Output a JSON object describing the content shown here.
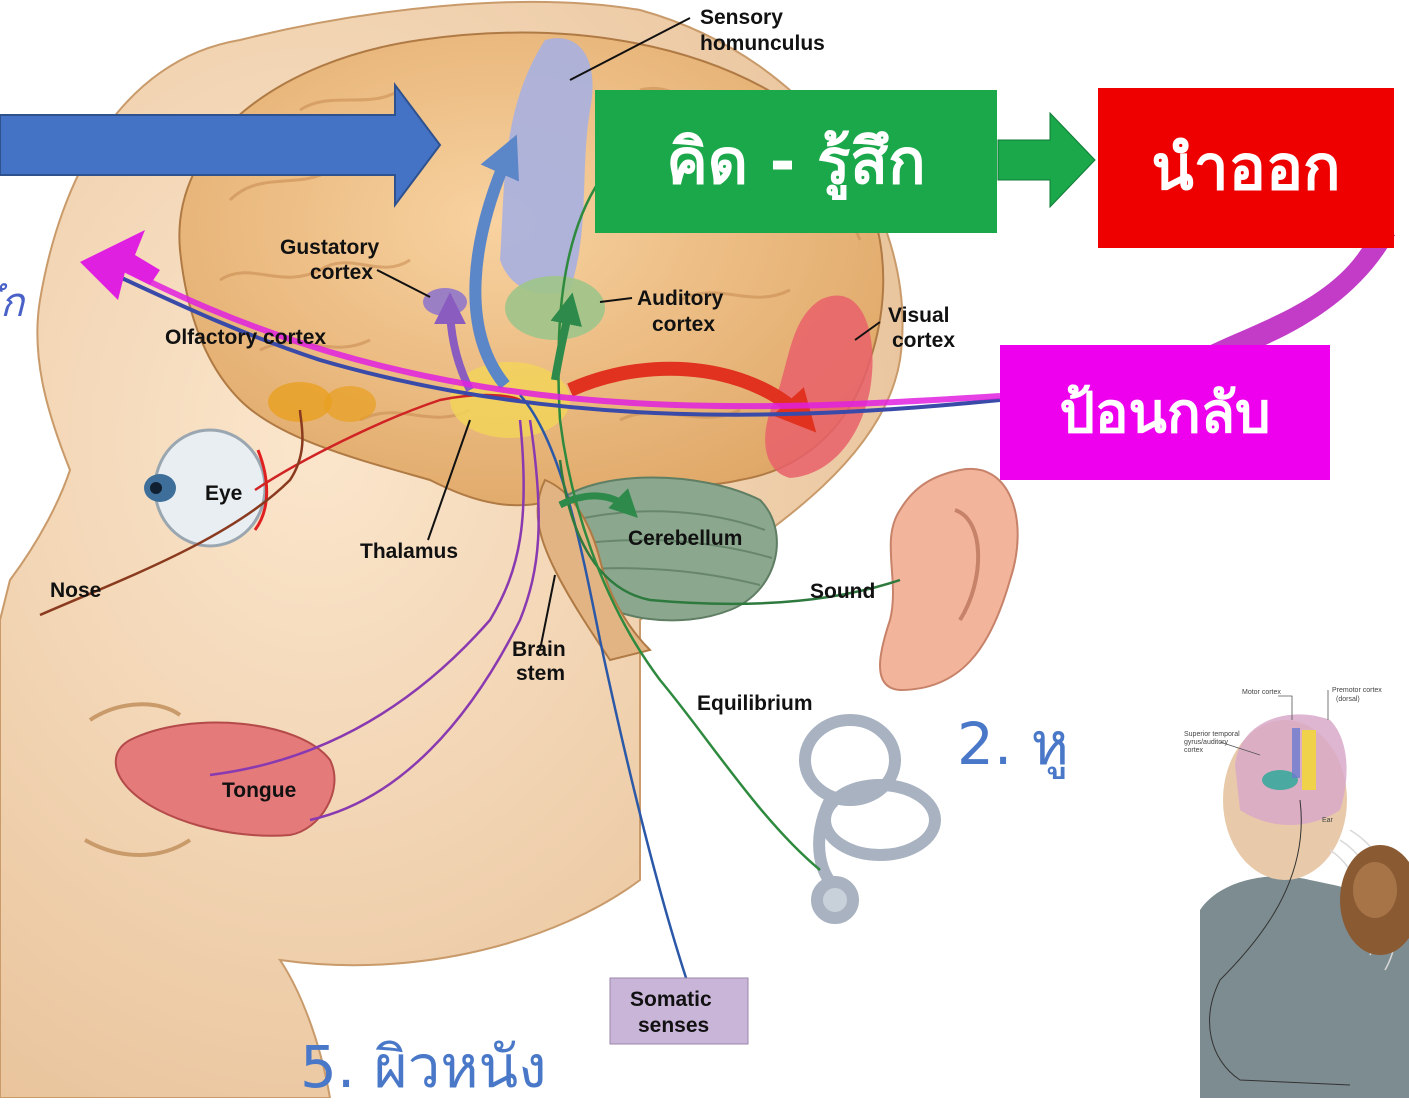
{
  "labels": {
    "sensory_homunculus_1": "Sensory",
    "sensory_homunculus_2": "homunculus",
    "gustatory_1": "Gustatory",
    "gustatory_2": "cortex",
    "olfactory": "Olfactory cortex",
    "auditory_1": "Auditory",
    "auditory_2": "cortex",
    "visual_1": "Visual",
    "visual_2": "cortex",
    "eye": "Eye",
    "thalamus": "Thalamus",
    "nose": "Nose",
    "cerebellum": "Cerebellum",
    "sound": "Sound",
    "brain_stem_1": "Brain",
    "brain_stem_2": "stem",
    "equilibrium": "Equilibrium",
    "tongue": "Tongue",
    "somatic_1": "Somatic",
    "somatic_2": "senses"
  },
  "boxes": {
    "think_feel": "คิด - รู้สึก",
    "output": "นำออก",
    "feedback": "ป้อนกลับ"
  },
  "sense_labels": {
    "ear": "2. หู",
    "skin": "5. ผิวหนัง",
    "cut_off": "ึก"
  },
  "inset": {
    "motor_cortex": "Motor cortex",
    "premotor_1": "Premotor cortex",
    "premotor_2": "(dorsal)",
    "sup_temporal_1": "Superior temporal",
    "sup_temporal_2": "gyrus/auditory",
    "sup_temporal_3": "cortex",
    "ear": "Ear"
  },
  "colors": {
    "think_box": "#1aa84a",
    "output_box": "#ee0000",
    "feedback_box": "#ee00ee",
    "input_arrow": "#4472c4",
    "sense_text": "#4a78c8"
  }
}
